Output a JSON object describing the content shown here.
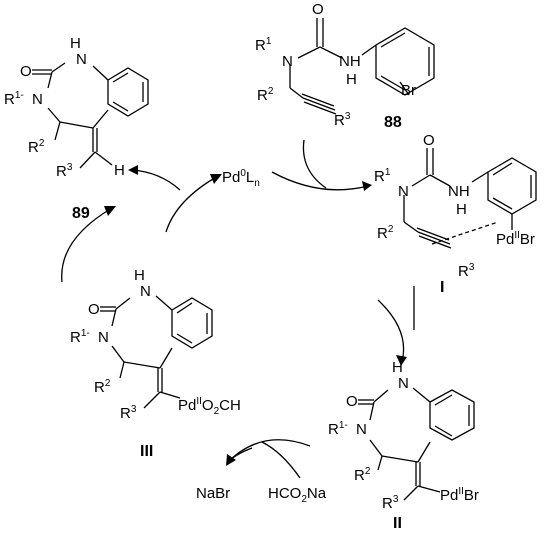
{
  "figure": {
    "compound_88": {
      "label": "88",
      "atoms": {
        "O": "O",
        "N": "N",
        "NH": "NH",
        "H": "H",
        "Br": "Br"
      },
      "substituents": {
        "R1": "R",
        "R1_sup": "1",
        "R2": "R",
        "R2_sup": "2",
        "R3": "R",
        "R3_sup": "3"
      }
    },
    "compound_89": {
      "label": "89",
      "atoms": {
        "O": "O",
        "NH": "H",
        "N": "N",
        "H": "H"
      },
      "substituents": {
        "R1": "R",
        "R1_sup": "1-",
        "R2": "R",
        "R2_sup": "2",
        "R3": "R",
        "R3_sup": "3"
      }
    },
    "catalyst": {
      "base": "Pd",
      "sup": "0",
      "L": "L",
      "sub": "n"
    },
    "intermediate_I": {
      "label": "I",
      "atoms": {
        "O": "O",
        "N": "N",
        "NH": "NH",
        "H": "H",
        "Pd": "Pd",
        "Pd_sup": "II",
        "Br": "Br"
      },
      "substituents": {
        "R1": "R",
        "R1_sup": "1",
        "R2": "R",
        "R2_sup": "2",
        "R3": "R",
        "R3_sup": "3"
      }
    },
    "intermediate_II": {
      "label": "II",
      "atoms": {
        "O": "O",
        "NH": "H",
        "N": "N",
        "Pd": "Pd",
        "Pd_sup": "II",
        "Br": "Br"
      },
      "substituents": {
        "R1": "R",
        "R1_sup": "1-",
        "R2": "R",
        "R2_sup": "2",
        "R3": "R",
        "R3_sup": "3"
      }
    },
    "intermediate_III": {
      "label": "III",
      "atoms": {
        "O": "O",
        "NH": "H",
        "N": "N",
        "Pd": "Pd",
        "Pd_sup": "II",
        "O2CH_a": "O",
        "O2CH_sub": "2",
        "O2CH_b": "CH"
      },
      "substituents": {
        "R1": "R",
        "R1_sup": "1-",
        "R2": "R",
        "R2_sup": "2",
        "R3": "R",
        "R3_sup": "3"
      }
    },
    "reagents": {
      "nabr": "NaBr",
      "hco2na_a": "HCO",
      "hco2na_sub": "2",
      "hco2na_b": "Na"
    }
  }
}
